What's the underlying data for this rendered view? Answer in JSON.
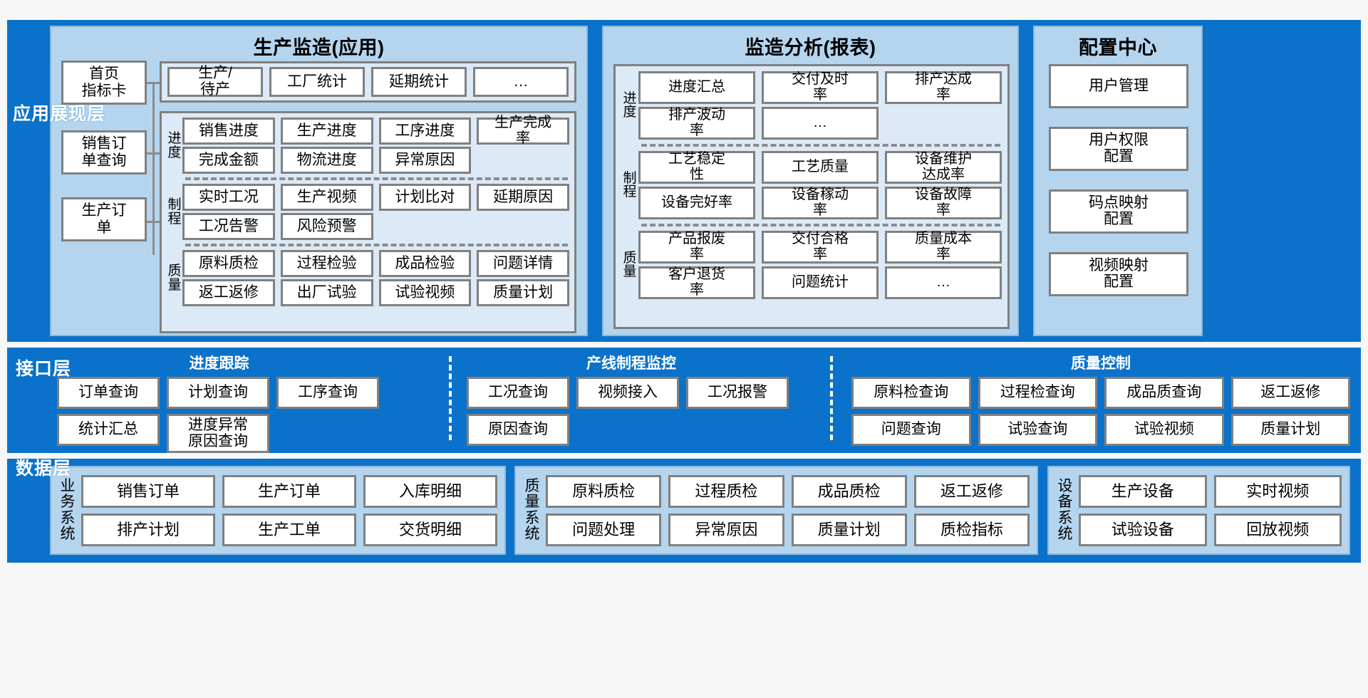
{
  "layers": {
    "app": {
      "label": "应用展现层"
    },
    "interface": {
      "label": "接口层"
    },
    "data": {
      "label": "数据层"
    }
  },
  "panel_app": {
    "title": "生产监造(应用)",
    "nav": [
      {
        "label": "首页\n指标卡"
      },
      {
        "label": "销售订\n单查询"
      },
      {
        "label": "生产订\n单"
      }
    ],
    "top_row": [
      "生产/\n待产",
      "工厂统计",
      "延期统计",
      "…"
    ],
    "groups": [
      {
        "label": "进\n度",
        "rows": [
          [
            "销售进度",
            "生产进度",
            "工序进度",
            "生产完成\n率"
          ],
          [
            "完成金额",
            "物流进度",
            "异常原因",
            ""
          ]
        ]
      },
      {
        "label": "制\n程",
        "rows": [
          [
            "实时工况",
            "生产视频",
            "计划比对",
            "延期原因"
          ],
          [
            "工况告警",
            "风险预警",
            "",
            ""
          ]
        ]
      },
      {
        "label": "质\n量",
        "rows": [
          [
            "原料质检",
            "过程检验",
            "成品检验",
            "问题详情"
          ],
          [
            "返工返修",
            "出厂试验",
            "试验视频",
            "质量计划"
          ]
        ]
      }
    ]
  },
  "panel_report": {
    "title": "监造分析(报表)",
    "groups": [
      {
        "label": "进\n度",
        "rows": [
          [
            "进度汇总",
            "交付及时\n率",
            "排产达成\n率"
          ],
          [
            "排产波动\n率",
            "…",
            ""
          ]
        ]
      },
      {
        "label": "制\n程",
        "rows": [
          [
            "工艺稳定\n性",
            "工艺质量",
            "设备维护\n达成率"
          ],
          [
            "设备完好率",
            "设备稼动\n率",
            "设备故障\n率"
          ]
        ]
      },
      {
        "label": "质\n量",
        "rows": [
          [
            "产品报废\n率",
            "交付合格\n率",
            "质量成本\n率"
          ],
          [
            "客户退货\n率",
            "问题统计",
            "…"
          ]
        ]
      }
    ]
  },
  "panel_config": {
    "title": "配置中心",
    "items": [
      "用户管理",
      "用户权限\n配置",
      "码点映射\n配置",
      "视频映射\n配置"
    ]
  },
  "interface_groups": [
    {
      "title": "进度跟踪",
      "rows": [
        [
          "订单查询",
          "计划查询",
          "工序查询"
        ],
        [
          "统计汇总",
          "进度异常\n原因查询"
        ]
      ]
    },
    {
      "title": "产线制程监控",
      "rows": [
        [
          "工况查询",
          "视频接入",
          "工况报警"
        ],
        [
          "原因查询"
        ]
      ]
    },
    {
      "title": "质量控制",
      "rows": [
        [
          "原料检查询",
          "过程检查询",
          "成品质查询",
          "返工返修"
        ],
        [
          "问题查询",
          "试验查询",
          "试验视频",
          "质量计划"
        ]
      ]
    }
  ],
  "data_groups": [
    {
      "label": "业\n务\n系\n统",
      "rows": [
        [
          "销售订单",
          "生产订单",
          "入库明细"
        ],
        [
          "排产计划",
          "生产工单",
          "交货明细"
        ]
      ]
    },
    {
      "label": "质\n量\n系\n统",
      "rows": [
        [
          "原料质检",
          "过程质检",
          "成品质检",
          "返工返修"
        ],
        [
          "问题处理",
          "异常原因",
          "质量计划",
          "质检指标"
        ]
      ]
    },
    {
      "label": "设\n备\n系\n统",
      "rows": [
        [
          "生产设备",
          "实时视频"
        ],
        [
          "试验设备",
          "回放视频"
        ]
      ]
    }
  ],
  "colors": {
    "layer_blue": "#0a72ca",
    "panel_blue": "#b5d5ef",
    "sub_blue": "#dce9f6",
    "chip_border": "#808080",
    "chip_fill": "#ffffff"
  }
}
